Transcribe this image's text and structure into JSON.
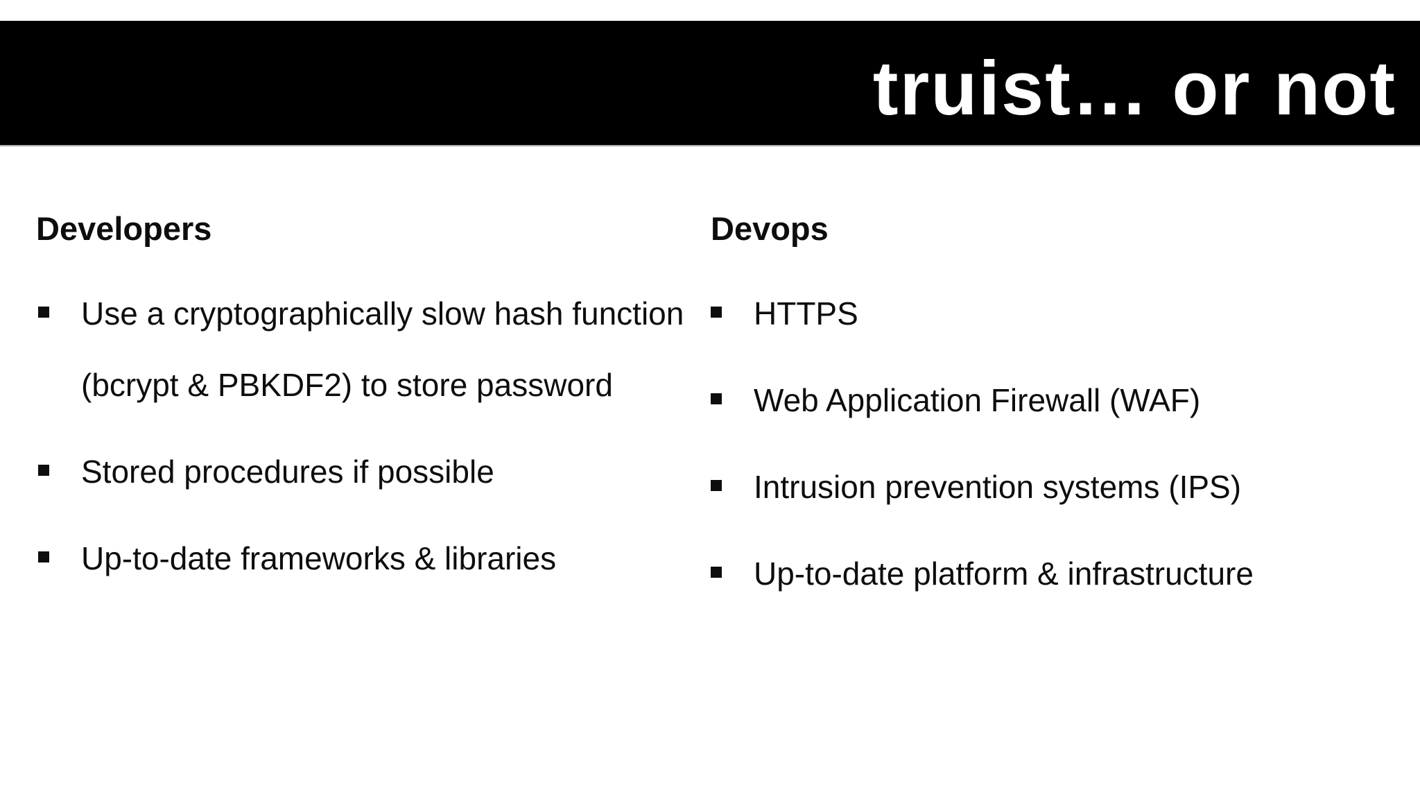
{
  "slide": {
    "title": "truist… or not",
    "columns": [
      {
        "heading": "Developers",
        "items": [
          {
            "lines": [
              "Use a cryptographically slow hash function",
              "(bcrypt & PBKDF2) to store password"
            ]
          },
          {
            "lines": [
              "Stored procedures if possible"
            ]
          },
          {
            "lines": [
              "Up-to-date frameworks & libraries"
            ]
          }
        ]
      },
      {
        "heading": "Devops",
        "items": [
          {
            "lines": [
              "HTTPS"
            ]
          },
          {
            "lines": [
              "Web Application Firewall (WAF)"
            ]
          },
          {
            "lines": [
              "Intrusion prevention systems (IPS)"
            ]
          },
          {
            "lines": [
              "Up-to-date platform & infrastructure"
            ]
          }
        ]
      }
    ]
  },
  "icons": {
    "bullet": "square-bullet-icon"
  },
  "colors": {
    "band_background": "#000000",
    "title_text": "#ffffff",
    "body_text": "#0d0d0d",
    "band_underline": "#a9a9a9",
    "page_background": "#ffffff"
  }
}
